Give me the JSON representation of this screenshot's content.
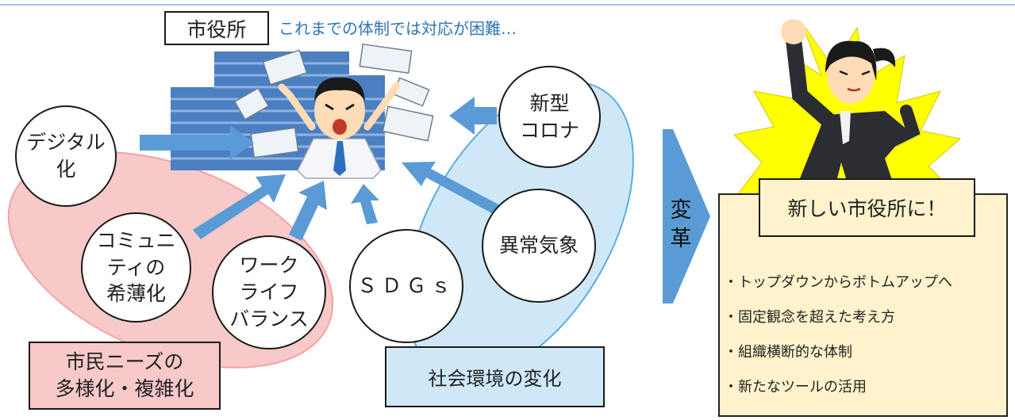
{
  "city_hall": {
    "label": "市役所",
    "difficulty_note": "これまでの体制では対応が困難…"
  },
  "factors": {
    "digital": "デジタル\n化",
    "community": "コミュニ\nティの\n希薄化",
    "work_life": "ワーク\nライフ\nバランス",
    "sdgs": "ＳＤＧｓ",
    "abnormal_weather": "異常気象",
    "corona": "新型\nコロナ"
  },
  "groups": {
    "citizen_needs": "市民ニーズの\n多様化・複雑化",
    "social_env": "社会環境の変化"
  },
  "transform_label": "変\n革",
  "result": {
    "title": "新しい市役所に！",
    "bullets": [
      "トップダウンからボトムアップへ",
      "固定観念を超えた考え方",
      "組織横断的な体制",
      "新たなツールの活用"
    ]
  },
  "colors": {
    "accent_blue": "#2e75b6",
    "arrow_blue": "#5b9bd5",
    "pink_fill": "#f8c9c9",
    "light_blue_fill": "#cfe8f8",
    "yellow_box": "#fff2cc",
    "burst_yellow": "#ffff00"
  }
}
